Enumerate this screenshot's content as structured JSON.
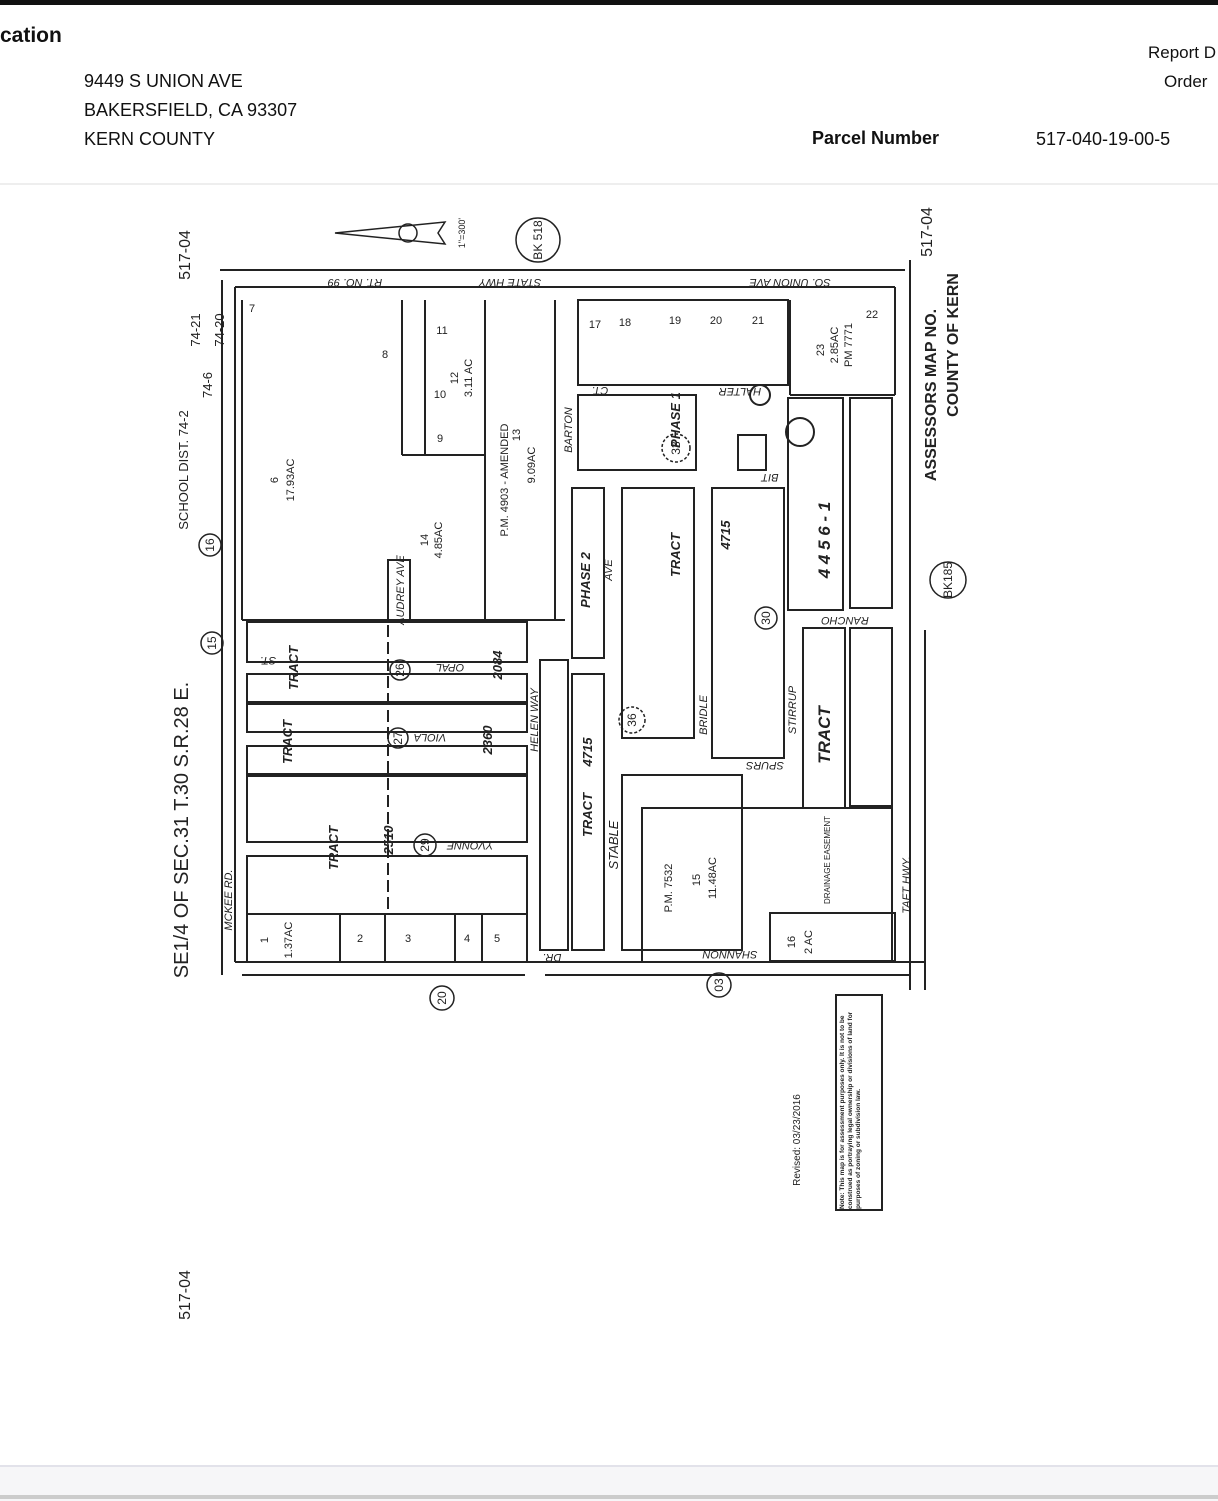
{
  "header": {
    "title": "cation",
    "address_line1": "9449 S UNION AVE",
    "address_line2": "BAKERSFIELD, CA 93307",
    "county": "KERN COUNTY",
    "report_label": "Report D",
    "order_label": "Order",
    "parcel_label": "Parcel Number",
    "parcel_number": "517-040-19-00-5"
  },
  "map": {
    "map_no_top_left": "517-04",
    "map_no_top_right": "517-04",
    "map_no_bottom": "517-04",
    "school_dist_1": "SCHOOL DIST. 74-2",
    "school_dist_2": "74-6",
    "school_dist_3": "74-20",
    "school_dist_4": "74-21",
    "section": "SE1/4 OF SEC.31 T.30 S.R.28 E.",
    "assessors": "ASSESSORS MAP NO.",
    "county": "COUNTY OF KERN",
    "scale": "1\"=300'",
    "book_518": "BK 518",
    "book_185": "BK185",
    "circle_16": "16",
    "circle_15": "15",
    "circle_20": "20",
    "circle_03": "03",
    "streets": {
      "state_hwy": "STATE HWY",
      "rt99": "RT. NO. 99",
      "union": "SO. UNION AVE",
      "mckee": "MCKEE RD.",
      "audrey": "AUDREY AVE",
      "opal": "OPAL",
      "viola": "VIOLA",
      "yvonne": "YVONNE",
      "helen": "HELEN WAY",
      "stable": "STABLE",
      "bridle": "BRIDLE",
      "stirrup": "STIRRUP",
      "spurs": "SPURS",
      "shannon": "SHANNON",
      "taft": "TAFT HWY.",
      "barton": "BARTON",
      "halter": "HALTER",
      "bit": "BIT",
      "rancho": "RANCHO",
      "st": "ST.",
      "ave": "AVE",
      "ct": "CT.",
      "dr": "DR."
    },
    "tracts": {
      "phase1": "PHASE 1",
      "phase2": "PHASE 2",
      "tract": "TRACT",
      "t4715": "4715",
      "t4456": "4 4 5 6 - 1",
      "t2084": "2084",
      "t2360": "2360",
      "t2510": "2510",
      "pm4903": "P.M. 4903 - AMENDED",
      "pm7532": "P.M. 7532",
      "pm7771": "PM 7771",
      "drainage": "DRAINAGE EASEMENT"
    },
    "blocks": {
      "b26": "26",
      "b27": "27",
      "b29": "29",
      "b30": "30",
      "b33": "33",
      "b36": "36"
    },
    "parcels": {
      "p6": "6",
      "p6ac": "17.93AC",
      "p14": "14",
      "p14ac": "4.85AC",
      "p13": "13",
      "p13ac": "9.09AC",
      "p12": "12",
      "p12ac": "3.11 AC",
      "p15": "15",
      "p15ac": "11.48AC",
      "p16": "16",
      "p16ac": "2 AC",
      "p23": "23",
      "p23ac": "2.85AC",
      "p1": "1",
      "p1ac": "1.37AC",
      "p2": "2",
      "p3": "3",
      "p4": "4",
      "p5": "5",
      "p7": "7",
      "p8": "8",
      "p9": "9",
      "p10": "10",
      "p11": "11",
      "p17": "17",
      "p18": "18",
      "p19": "19",
      "p20": "20",
      "p21": "21",
      "p22": "22"
    },
    "revised": "Revised: 03/23/2016",
    "note": "Note: This map is for assessment purposes only. It is not to be construed as portraying legal ownership or divisions of land for purposes of zoning or subdivision law."
  }
}
